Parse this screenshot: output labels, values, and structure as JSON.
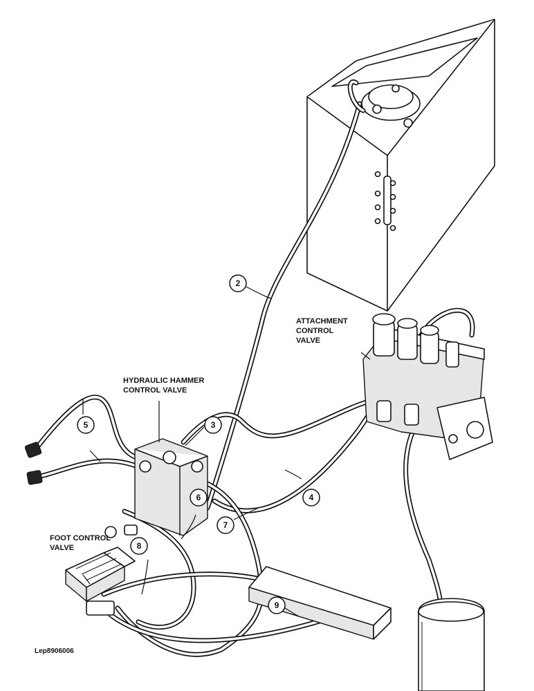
{
  "labels": {
    "attachment_control_valve": [
      "ATTACHMENT",
      "CONTROL",
      "VALVE"
    ],
    "hydraulic_hammer_control_valve": [
      "HYDRAULIC HAMMER",
      "CONTROL VALVE"
    ],
    "foot_control_valve": [
      "FOOT CONTROL",
      "VALVE"
    ]
  },
  "callouts": [
    "2",
    "3",
    "4",
    "5",
    "6",
    "7",
    "8",
    "9"
  ],
  "figure_id": "Lep8906006"
}
